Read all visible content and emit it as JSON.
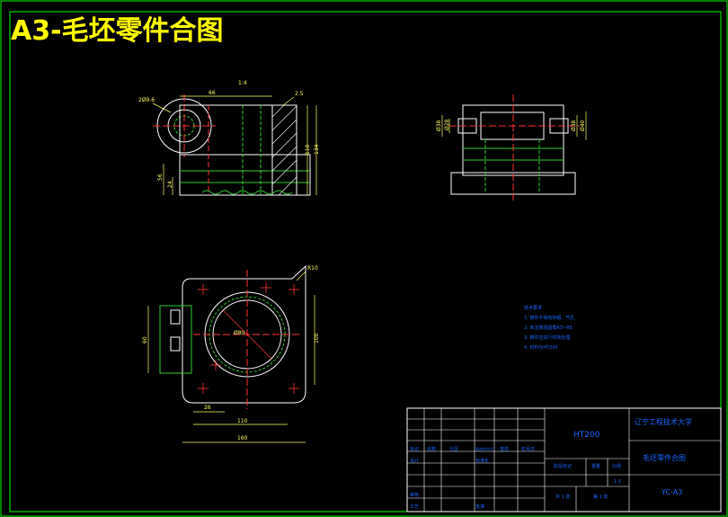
{
  "sheet": {
    "title": "A3-毛坯零件合图",
    "colors": {
      "background": "#000000",
      "frame": "#00ff00",
      "title": "#ffff00",
      "outline": "#ffffff",
      "dimension": "#ffff66",
      "center_line": "#ff3333",
      "hidden_green": "#33cc33",
      "note": "#1a66ff"
    }
  },
  "front_view": {
    "top_label": "1:4",
    "dims": {
      "hole_dia": "2Ø9.6",
      "width_top": "66",
      "chamfer": "2.5",
      "height_1": "110",
      "height_2": "134",
      "left_a": "56",
      "left_b": "24"
    }
  },
  "side_view": {
    "dims": {
      "left_a": "Ø38",
      "left_b": "Ø28",
      "right_a": "Ø38",
      "right_b": "Ø40"
    }
  },
  "top_view": {
    "dims": {
      "radius": "R10",
      "dia": "Ø80",
      "left_height": "60",
      "right_height": "100",
      "bottom_a": "26",
      "bottom_b": "110",
      "bottom_c": "160"
    }
  },
  "notes": {
    "lines": [
      "技术要求",
      "1. 铸件不得有砂眼、气孔",
      "2. 未注铸造圆角R3~R5",
      "3. 铸件应进行时效处理",
      "4. 材料为HT200"
    ]
  },
  "title_block": {
    "material": "HT200",
    "school": "辽宁工程技术大学",
    "drawing_name": "毛坯零件合图",
    "drawing_no": "YC-A3",
    "stage_label": "阶段标记",
    "weight_label": "重量",
    "scale_label": "比例",
    "scale_value": "1:1",
    "sheet_count": "共 1 张",
    "sheet_no": "第 1 张",
    "rows": [
      [
        "标记",
        "处数",
        "分区",
        "更改文件号",
        "签名",
        "年月日"
      ],
      [
        "设计",
        "",
        "标准化",
        "",
        "",
        ""
      ],
      [
        "审核",
        "",
        "",
        "",
        "",
        ""
      ],
      [
        "工艺",
        "",
        "批准",
        "",
        "",
        ""
      ]
    ]
  }
}
